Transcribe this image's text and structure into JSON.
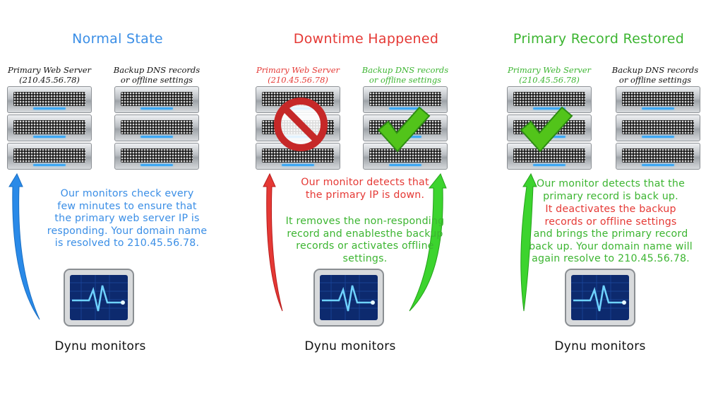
{
  "panels": [
    {
      "title": "Normal State",
      "title_color": "#3a8ee6",
      "left_server": "Primary Web Server\n(210.45.56.78)",
      "left_color": "#111111",
      "right_server": "Backup DNS records\nor offline settings",
      "right_color": "#111111",
      "description": "Our monitors check every\nfew minutes to ensure that\nthe primary web server IP is\nresponding. Your domain name\nis resolved to 210.45.56.78.",
      "description_color": "#3a8ee6",
      "monitor_label": "Dynu monitors"
    },
    {
      "title": "Downtime Happened",
      "title_color": "#e53935",
      "left_server": "Primary Web Server\n(210.45.56.78)",
      "left_color": "#e53935",
      "right_server": "Backup DNS records\nor offline settings",
      "right_color": "#3cb531",
      "description_red": "Our monitor detects that\nthe primary IP is down.",
      "description_green": "It removes the non-responding\nrecord and enablesthe backup\nrecords or activates offline\nsettings.",
      "monitor_label": "Dynu monitors"
    },
    {
      "title": "Primary Record Restored",
      "title_color": "#3cb531",
      "left_server": "Primary Web Server\n(210.45.56.78)",
      "left_color": "#3cb531",
      "right_server": "Backup DNS records\nor offline settings",
      "right_color": "#111111",
      "description_a": "Our monitor detects that the\nprimary record is back up.",
      "description_b": "It deactivates the backup\nrecords or offline settings",
      "description_c": "and brings the primary record\nback up. Your domain name will\nagain resolve to 210.45.56.78.",
      "monitor_label": "Dynu monitors"
    }
  ],
  "colors": {
    "blue": "#3a8ee6",
    "red": "#e53935",
    "green": "#3cb531"
  },
  "icons": [
    "no-entry-icon",
    "checkmark-icon",
    "heartbeat-monitor-icon",
    "curved-arrow-icon"
  ]
}
